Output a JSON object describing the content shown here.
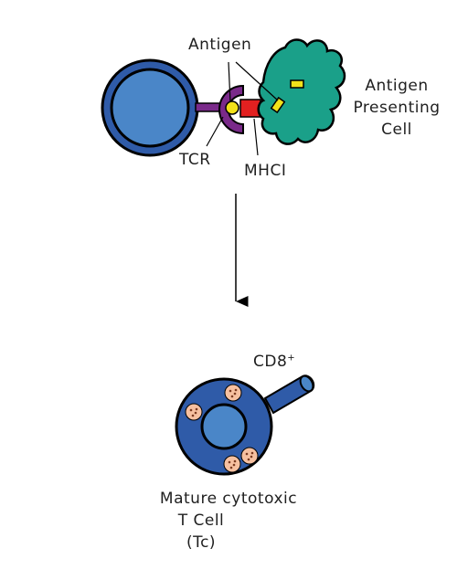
{
  "labels": {
    "antigen": "Antigen",
    "apc_line1": "Antigen",
    "apc_line2": "Presenting",
    "apc_line3": "Cell",
    "tcr": "TCR",
    "mhc": "MHCI",
    "cd8": "CD8",
    "cd8_sup": "+",
    "result_line1": "Mature cytotoxic",
    "result_line2": "T Cell",
    "result_line3": "(Tc)"
  },
  "colors": {
    "t_cell_dark": "#2f5ba8",
    "t_cell_light": "#4a86c8",
    "tcr": "#7a2a8a",
    "antigen": "#f2e21a",
    "mhc": "#e32020",
    "apc": "#1aa089",
    "granule": "#f6c0a0"
  }
}
